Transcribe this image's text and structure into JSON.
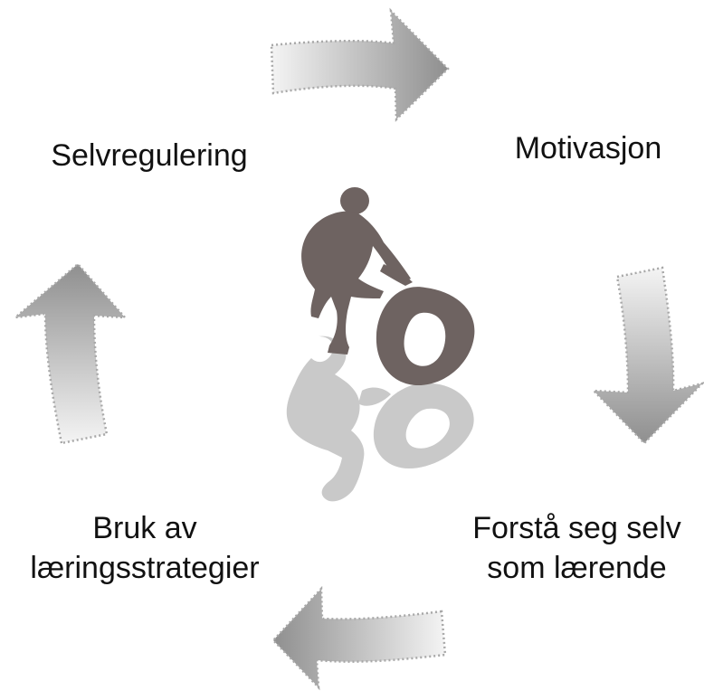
{
  "diagram": {
    "title": "",
    "stages": [
      {
        "id": "selvregulering",
        "lines": [
          "Selvregulering"
        ]
      },
      {
        "id": "motivasjon",
        "lines": [
          "Motivasjon"
        ]
      },
      {
        "id": "forsta",
        "lines": [
          "Forstå seg selv",
          "som lærende"
        ]
      },
      {
        "id": "bruk",
        "lines": [
          "Bruk av",
          "læringsstrategier"
        ]
      }
    ],
    "arrows": [
      {
        "from": "selvregulering",
        "to": "motivasjon",
        "direction": "right"
      },
      {
        "from": "motivasjon",
        "to": "forsta",
        "direction": "down"
      },
      {
        "from": "forsta",
        "to": "bruk",
        "direction": "left"
      },
      {
        "from": "bruk",
        "to": "selvregulering",
        "direction": "up"
      }
    ],
    "center_image": "child-rolling-tire-silhouette",
    "colors": {
      "text": "#111111",
      "arrow_light": "#f2f2f2",
      "arrow_dark": "#8f8f8f",
      "arrow_border": "#a8a8a8",
      "figure": "#6e6361",
      "shadow": "#c9c9c9"
    }
  }
}
